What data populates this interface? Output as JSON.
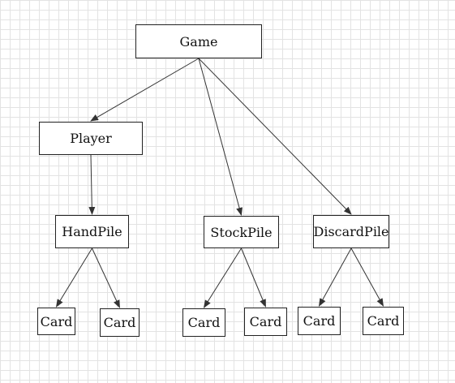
{
  "diagram": {
    "line_color": "#333333",
    "nodes": {
      "game": "Game",
      "player": "Player",
      "handpile": "HandPile",
      "stockpile": "StockPile",
      "discardpile": "DiscardPile",
      "hand_card_1": "Card",
      "hand_card_2": "Card",
      "stock_card_1": "Card",
      "stock_card_2": "Card",
      "discard_card_1": "Card",
      "discard_card_2": "Card"
    },
    "edges": [
      {
        "from": "game",
        "to": "player"
      },
      {
        "from": "game",
        "to": "stockpile"
      },
      {
        "from": "game",
        "to": "discardpile"
      },
      {
        "from": "player",
        "to": "handpile"
      },
      {
        "from": "handpile",
        "to": "hand_card_1"
      },
      {
        "from": "handpile",
        "to": "hand_card_2"
      },
      {
        "from": "stockpile",
        "to": "stock_card_1"
      },
      {
        "from": "stockpile",
        "to": "stock_card_2"
      },
      {
        "from": "discardpile",
        "to": "discard_card_1"
      },
      {
        "from": "discardpile",
        "to": "discard_card_2"
      }
    ]
  }
}
